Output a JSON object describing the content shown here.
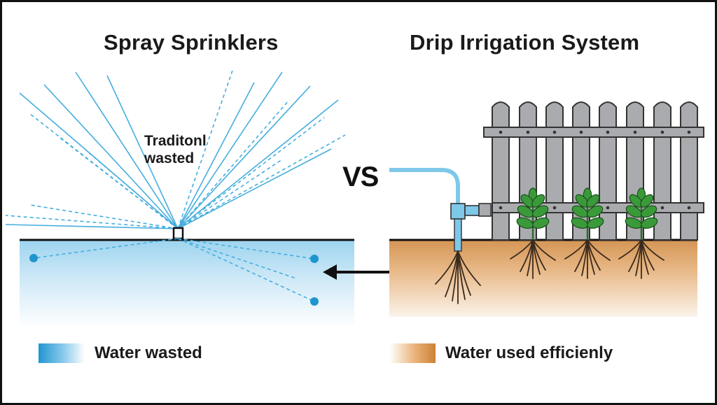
{
  "titles": {
    "left": "Spray Sprinklers",
    "right": "Drip Irrigation System"
  },
  "annotation": {
    "line1": "Traditonl",
    "line2": "wasted"
  },
  "comparison_label": "VS",
  "legend": {
    "left": "Water wasted",
    "right": "Water used efficienly"
  },
  "colors": {
    "water_wasted": "#2196d1",
    "water_efficient": "#cc8135",
    "pipe": "#7ec8ea",
    "fence": "#a9abae",
    "plant_leaf": "#3a9a3a"
  }
}
